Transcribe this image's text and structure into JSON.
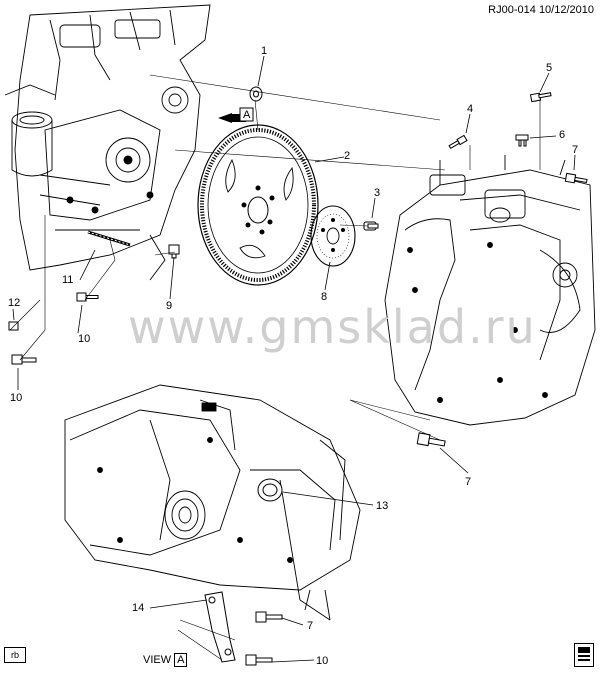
{
  "header": {
    "ref_code": "RJ00-014",
    "date": "10/12/2010"
  },
  "watermark": "www.gmsklad.ru",
  "corner_tag": "rb",
  "view_label": {
    "text": "VIEW",
    "letter": "A"
  },
  "arrow_letter": "A",
  "callouts": [
    "1",
    "2",
    "3",
    "4",
    "5",
    "6",
    "7",
    "8",
    "9",
    "10",
    "11",
    "12",
    "7",
    "10",
    "13",
    "14",
    "7",
    "10"
  ]
}
